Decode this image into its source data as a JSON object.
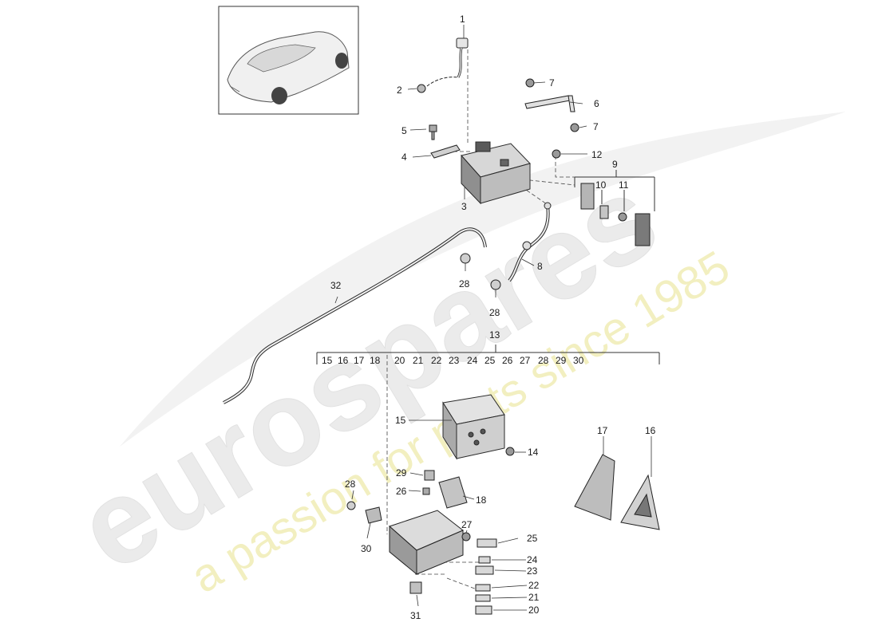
{
  "watermark": {
    "brand": "eurospares",
    "tagline": "a passion for parts since 1985"
  },
  "labels": {
    "1": "1",
    "2": "2",
    "3": "3",
    "4": "4",
    "5": "5",
    "6": "6",
    "7": "7",
    "8": "8",
    "9": "9",
    "10": "10",
    "11": "11",
    "12": "12",
    "13": "13",
    "14": "14",
    "15": "15",
    "16": "16",
    "17": "17",
    "18": "18",
    "20": "20",
    "21": "21",
    "22": "22",
    "23": "23",
    "24": "24",
    "25": "25",
    "26": "26",
    "27": "27",
    "28": "28",
    "29": "29",
    "30": "30",
    "31": "31",
    "32": "32"
  },
  "group13_header": [
    "15",
    "16",
    "17",
    "18",
    "20",
    "21",
    "22",
    "23",
    "24",
    "25",
    "26",
    "27",
    "28",
    "29",
    "30"
  ],
  "colors": {
    "line": "#2a2a2a",
    "part_fill": "#e6e6e6",
    "part_dark": "#9a9a9a",
    "watermark": "#ececec",
    "watermark_tagline": "#f3f1c8"
  }
}
